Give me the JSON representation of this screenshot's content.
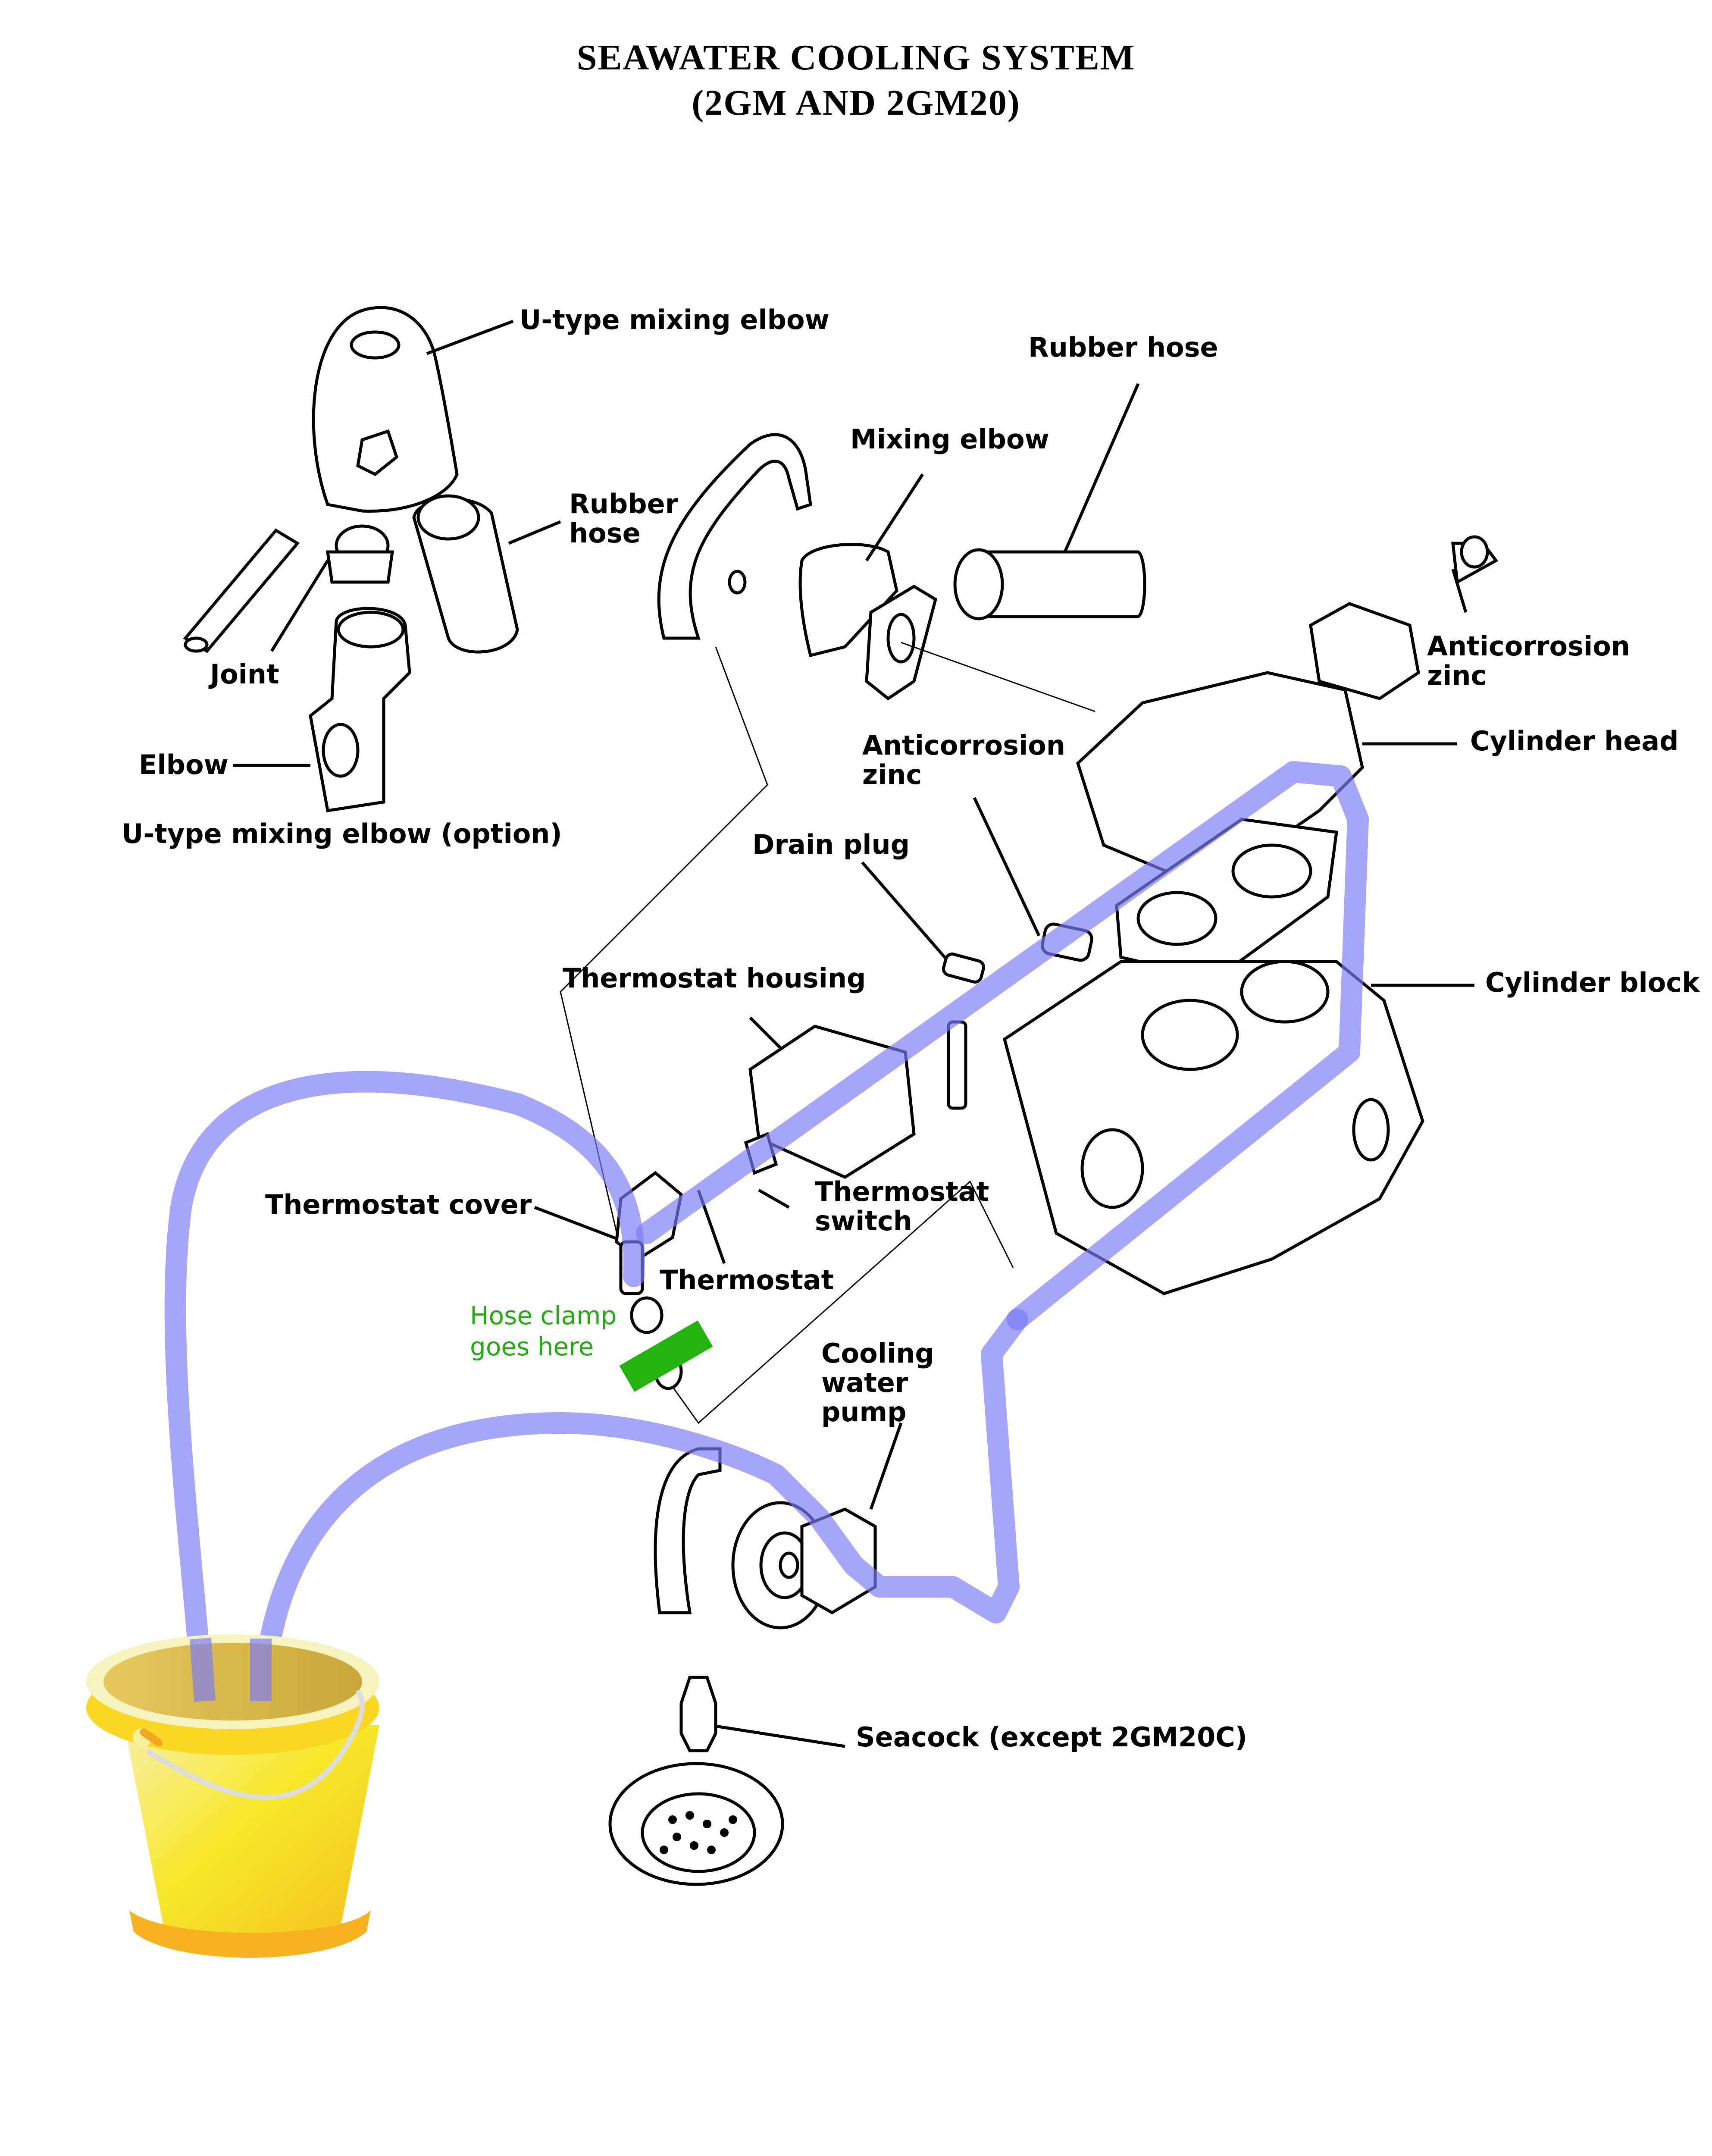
{
  "title": {
    "line1": "SEAWATER COOLING SYSTEM",
    "line2": "(2GM AND 2GM20)"
  },
  "labels": {
    "u_type_mixing_elbow": "U-type mixing elbow",
    "rubber_hose_left": "Rubber\nhose",
    "joint": "Joint",
    "elbow": "Elbow",
    "u_type_option": "U-type mixing elbow (option)",
    "rubber_hose_top": "Rubber hose",
    "mixing_elbow": "Mixing elbow",
    "anticorrosion_zinc_right": "Anticorrosion\nzinc",
    "cylinder_head": "Cylinder head",
    "anticorrosion_zinc_mid": "Anticorrosion\nzinc",
    "drain_plug": "Drain plug",
    "cylinder_block": "Cylinder block",
    "thermostat_housing": "Thermostat housing",
    "thermostat_cover": "Thermostat cover",
    "thermostat_switch": "Thermostat\nswitch",
    "thermostat": "Thermostat",
    "cooling_water_pump": "Cooling\nwater\npump",
    "seacock": "Seacock (except 2GM20C)"
  },
  "annotation": {
    "hose_clamp_note": "Hose clamp\ngoes here"
  },
  "colors": {
    "flow_path": "#a3a3fb",
    "clamp_marker": "#22b30f",
    "bucket_body": "#f7e52a",
    "bucket_rim": "#f7f3b9",
    "bucket_base": "#f6b21f",
    "line_art": "#000000"
  }
}
